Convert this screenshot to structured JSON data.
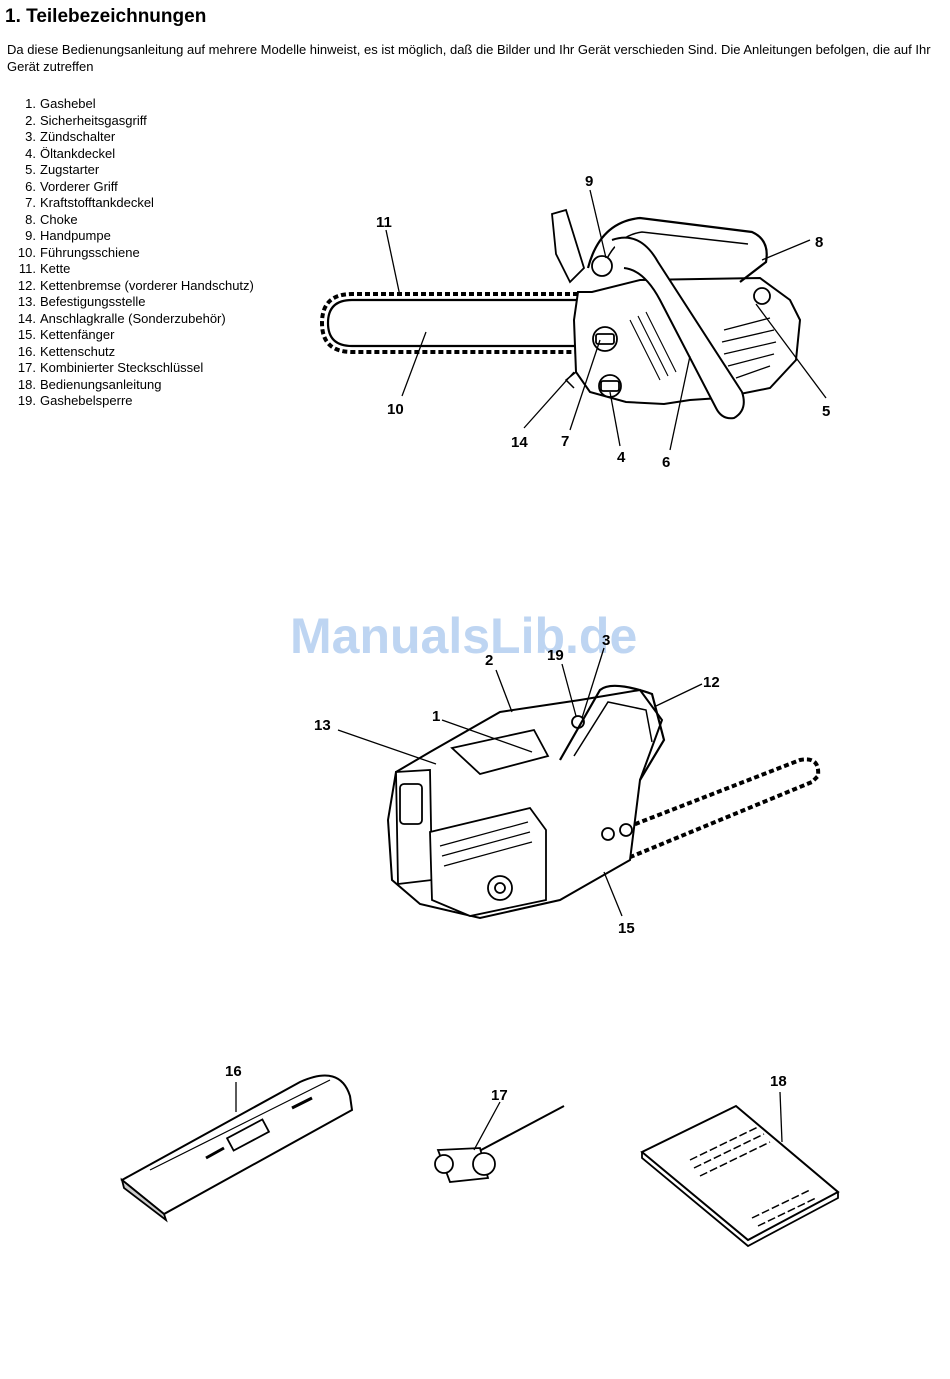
{
  "title": "1. Teilebezeichnungen",
  "intro": "Da diese Bedienungsanleitung auf mehrere Modelle hinweist, es ist möglich, daß die Bilder und Ihr Gerät verschieden Sind.  Die Anleitungen befolgen, die auf Ihr Gerät zutreffen",
  "parts": [
    {
      "num": "1.",
      "label": "Gashebel"
    },
    {
      "num": "2.",
      "label": "Sicherheitsgasgriff"
    },
    {
      "num": "3.",
      "label": "Zündschalter"
    },
    {
      "num": "4.",
      "label": "Öltankdeckel"
    },
    {
      "num": "5.",
      "label": "Zugstarter"
    },
    {
      "num": "6.",
      "label": "Vorderer Griff"
    },
    {
      "num": "7.",
      "label": "Kraftstofftankdeckel"
    },
    {
      "num": "8.",
      "label": "Choke"
    },
    {
      "num": "9.",
      "label": "Handpumpe"
    },
    {
      "num": "10.",
      "label": "Führungsschiene"
    },
    {
      "num": "11.",
      "label": "Kette"
    },
    {
      "num": "12.",
      "label": "Kettenbremse (vorderer Handschutz)"
    },
    {
      "num": "13.",
      "label": "Befestigungsstelle"
    },
    {
      "num": "14.",
      "label": "Anschlagkralle (Sonderzubehör)"
    },
    {
      "num": "15.",
      "label": "Kettenfänger"
    },
    {
      "num": "16.",
      "label": "Kettenschutz"
    },
    {
      "num": "17.",
      "label": "Kombinierter Steckschlüssel"
    },
    {
      "num": "18.",
      "label": "Bedienungsanleitung"
    },
    {
      "num": "19.",
      "label": "Gashebelsperre"
    }
  ],
  "figure1": {
    "callouts": {
      "c11": "11",
      "c9": "9",
      "c8": "8",
      "c10": "10",
      "c5": "5",
      "c14": "14",
      "c7": "7",
      "c4": "4",
      "c6": "6"
    }
  },
  "figure2": {
    "callouts": {
      "c2": "2",
      "c19": "19",
      "c3": "3",
      "c12": "12",
      "c13": "13",
      "c1": "1",
      "c15": "15"
    }
  },
  "figure3": {
    "callouts": {
      "c16": "16",
      "c17": "17",
      "c18": "18"
    }
  },
  "watermark": "ManualsLib.de"
}
